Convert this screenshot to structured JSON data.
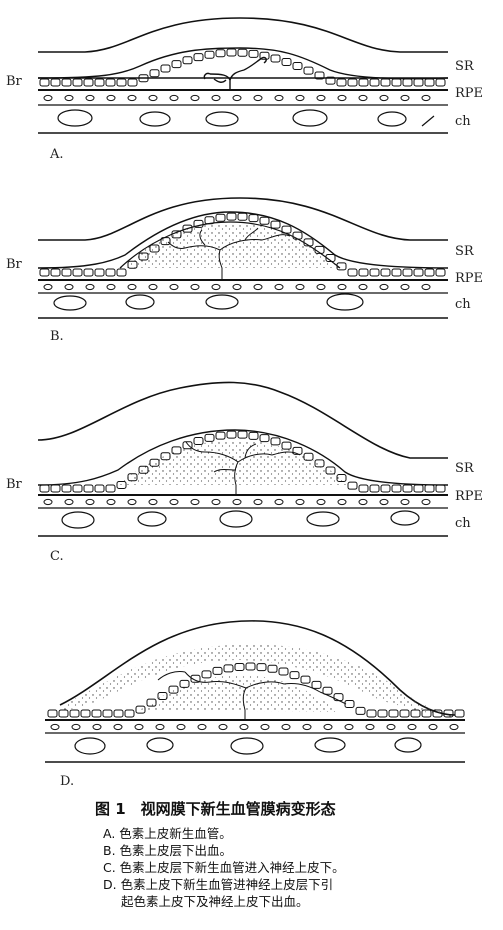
{
  "layer_labels": {
    "sr": "SR",
    "rpe": "RPE",
    "ch": "ch",
    "br": "Br"
  },
  "panels": [
    {
      "label": "A."
    },
    {
      "label": "B."
    },
    {
      "label": "C."
    },
    {
      "label": "D."
    }
  ],
  "caption": {
    "title": "图 1　视网膜下新生血管膜病变形态",
    "lines": [
      "A. 色素上皮新生血管。",
      "B. 色素上皮层下出血。",
      "C. 色素上皮层下新生血管进入神经上皮下。",
      "D. 色素上皮下新生血管进神经上皮层下引",
      "起色素上皮下及神经上皮下出血。"
    ]
  }
}
